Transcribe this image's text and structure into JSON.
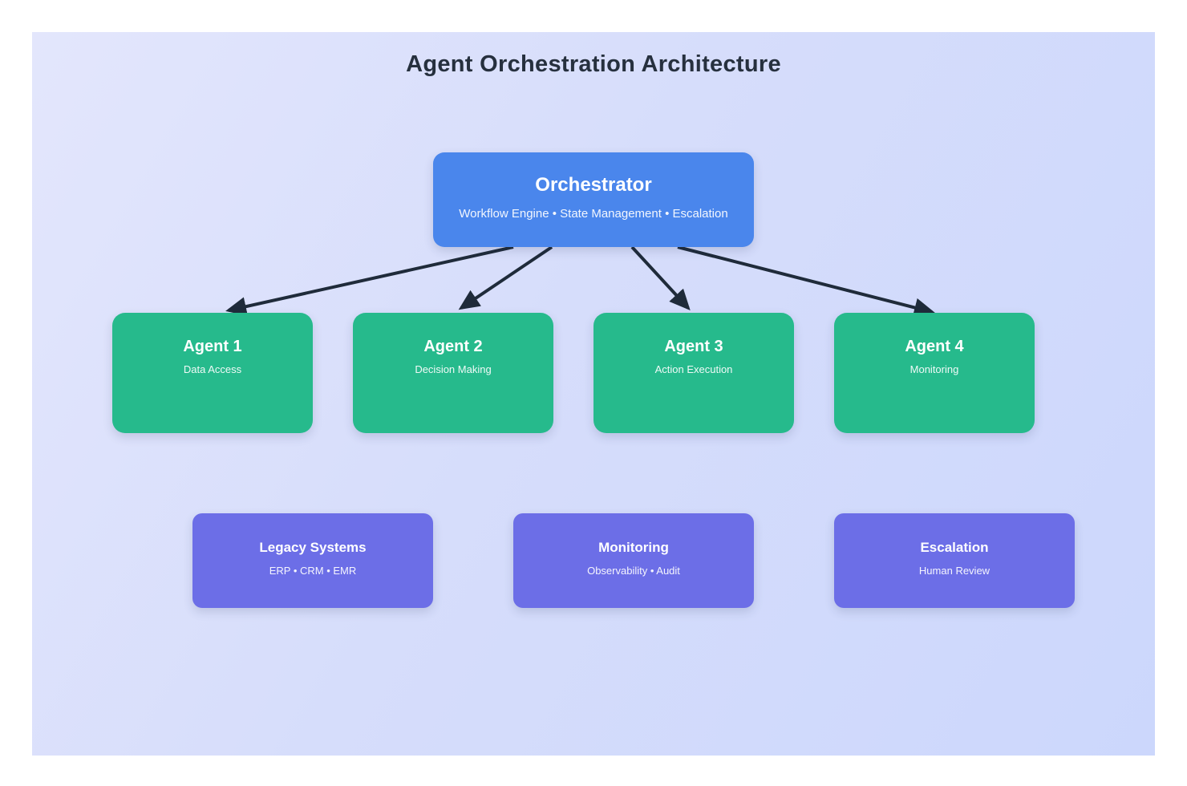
{
  "title": "Agent Orchestration Architecture",
  "orchestrator": {
    "title": "Orchestrator",
    "subtitle": "Workflow Engine • State Management • Escalation"
  },
  "agents": [
    {
      "title": "Agent 1",
      "subtitle": "Data Access"
    },
    {
      "title": "Agent 2",
      "subtitle": "Decision Making"
    },
    {
      "title": "Agent 3",
      "subtitle": "Action Execution"
    },
    {
      "title": "Agent 4",
      "subtitle": "Monitoring"
    }
  ],
  "systems": [
    {
      "title": "Legacy Systems",
      "subtitle": "ERP • CRM • EMR"
    },
    {
      "title": "Monitoring",
      "subtitle": "Observability • Audit"
    },
    {
      "title": "Escalation",
      "subtitle": "Human Review"
    }
  ],
  "connections": [
    {
      "from": "Orchestrator",
      "to": "Agent 1"
    },
    {
      "from": "Orchestrator",
      "to": "Agent 2"
    },
    {
      "from": "Orchestrator",
      "to": "Agent 3"
    },
    {
      "from": "Orchestrator",
      "to": "Agent 4"
    }
  ],
  "colors": {
    "orchestrator": "#4a86ec",
    "agent": "#26ba8c",
    "system": "#6c6ee7",
    "arrow": "#1f2b3a",
    "canvas_gradient_from": "#e3e6fc",
    "canvas_gradient_to": "#ccd7fc",
    "title_text": "#26303e"
  }
}
